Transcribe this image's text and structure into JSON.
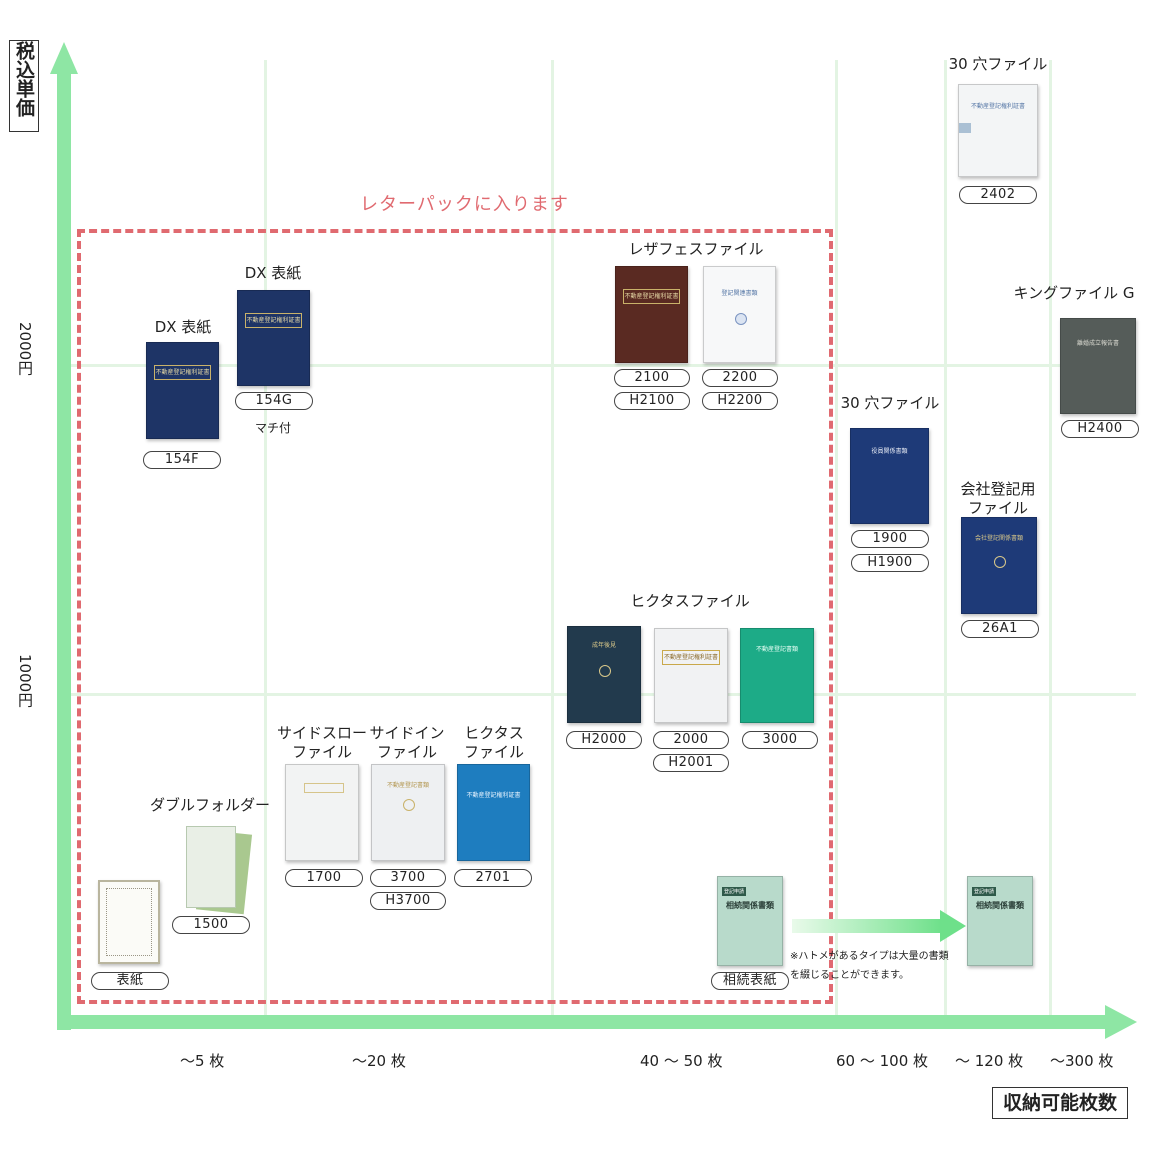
{
  "axes": {
    "y_label": "税込単価",
    "x_label": "収納可能枚数",
    "y_ticks": [
      "2000円",
      "1000円"
    ],
    "x_ticks": [
      "～5 枚",
      "～20 枚",
      "40 ～ 50 枚",
      "60 ～ 100 枚",
      "～ 120 枚",
      "～300 枚"
    ]
  },
  "frame": {
    "title": "レターパックに入ります",
    "color": "#e06a70"
  },
  "colors": {
    "axis": "#8ee6a4",
    "grid": "#e3f4e3",
    "navy": "#1e3466",
    "brown": "#5a2a22",
    "teal": "#1dab87",
    "blue": "#1e7dbf",
    "gray": "#555c59"
  },
  "groups": {
    "dx_left": {
      "label": "DX 表紙",
      "tag": "154F",
      "cover": "不動産登記権利証書"
    },
    "dx_right": {
      "label": "DX 表紙",
      "tag": "154G",
      "note": "マチ付",
      "cover": "不動産登記権利証書"
    },
    "leather": {
      "label": "レザフェスファイル",
      "tags": [
        "2100",
        "H2100",
        "2200",
        "H2200"
      ],
      "cover_brown": "不動産登記権利証書",
      "cover_white": "登記関連書類",
      "emblem": "emblem-icon"
    },
    "hole30_a": {
      "label": "30 穴ファイル",
      "tag": "2402",
      "cover": "不動産登記権利証書"
    },
    "king": {
      "label": "キングファイル G",
      "tag": "H2400",
      "cover": "離婚成立報告書"
    },
    "hole30_b": {
      "label": "30 穴ファイル",
      "tags": [
        "1900",
        "H1900"
      ],
      "cover": "役員関係書類"
    },
    "company": {
      "label_line1": "会社登記用",
      "label_line2": "ファイル",
      "tag": "26A1",
      "cover": "会社登記関係書類"
    },
    "hiktas40": {
      "label": "ヒクタスファイル",
      "tags": [
        "H2000",
        "2000",
        "H2001",
        "3000"
      ],
      "cover_navy": "成年後見",
      "cover_white": "不動産登記権利証書",
      "cover_teal": "不動産登記書類"
    },
    "side_slow": {
      "label_line1": "サイドスロー",
      "label_line2": "ファイル",
      "tag": "1700"
    },
    "side_in": {
      "label_line1": "サイドイン",
      "label_line2": "ファイル",
      "tags": [
        "3700",
        "H3700"
      ],
      "cover": "不動産登記書類"
    },
    "hiktas_small": {
      "label_line1": "ヒクタス",
      "label_line2": "ファイル",
      "tag": "2701",
      "cover": "不動産登記権利証書"
    },
    "double": {
      "label": "ダブルフォルダー",
      "tag": "1500"
    },
    "cover_sheet": {
      "tag": "表紙"
    },
    "sozoku": {
      "tag": "相続表紙",
      "cover_small": "登記申請",
      "cover_title": "相続関係書類"
    },
    "note": {
      "line1": "※ハトメがあるタイプは大量の書類",
      "line2": "を綴じることができます。"
    }
  }
}
